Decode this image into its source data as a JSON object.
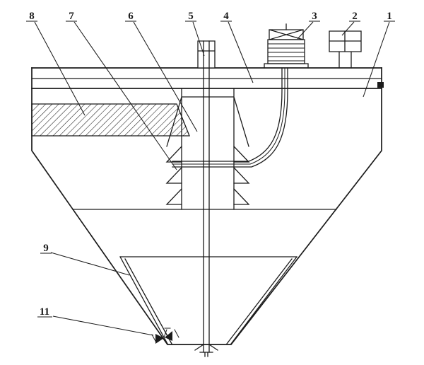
{
  "colors": {
    "ink": "#1b1b1b",
    "paper": "#ffffff"
  },
  "callouts": [
    {
      "label": "8"
    },
    {
      "label": "7"
    },
    {
      "label": "6"
    },
    {
      "label": "5"
    },
    {
      "label": "4"
    },
    {
      "label": "3"
    },
    {
      "label": "2"
    },
    {
      "label": "1"
    },
    {
      "label": "9"
    },
    {
      "label": "11"
    }
  ]
}
